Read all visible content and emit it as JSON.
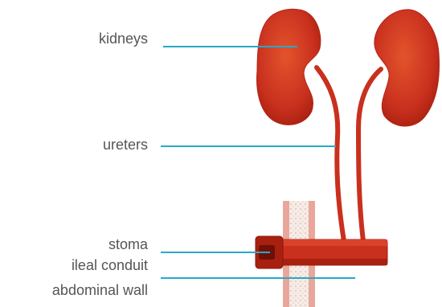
{
  "labels": {
    "kidneys": "kidneys",
    "ureters": "ureters",
    "stoma": "stoma",
    "ileal_conduit": "ileal conduit",
    "abdominal_wall": "abdominal wall"
  },
  "colors": {
    "organ": "#c9301e",
    "organ_dark": "#9e1a10",
    "organ_light": "#e2542c",
    "leader_line": "#29a8c8",
    "label_text": "#555555",
    "wall_fill": "#f3e6e0",
    "wall_edge": "#e0b2a8"
  }
}
